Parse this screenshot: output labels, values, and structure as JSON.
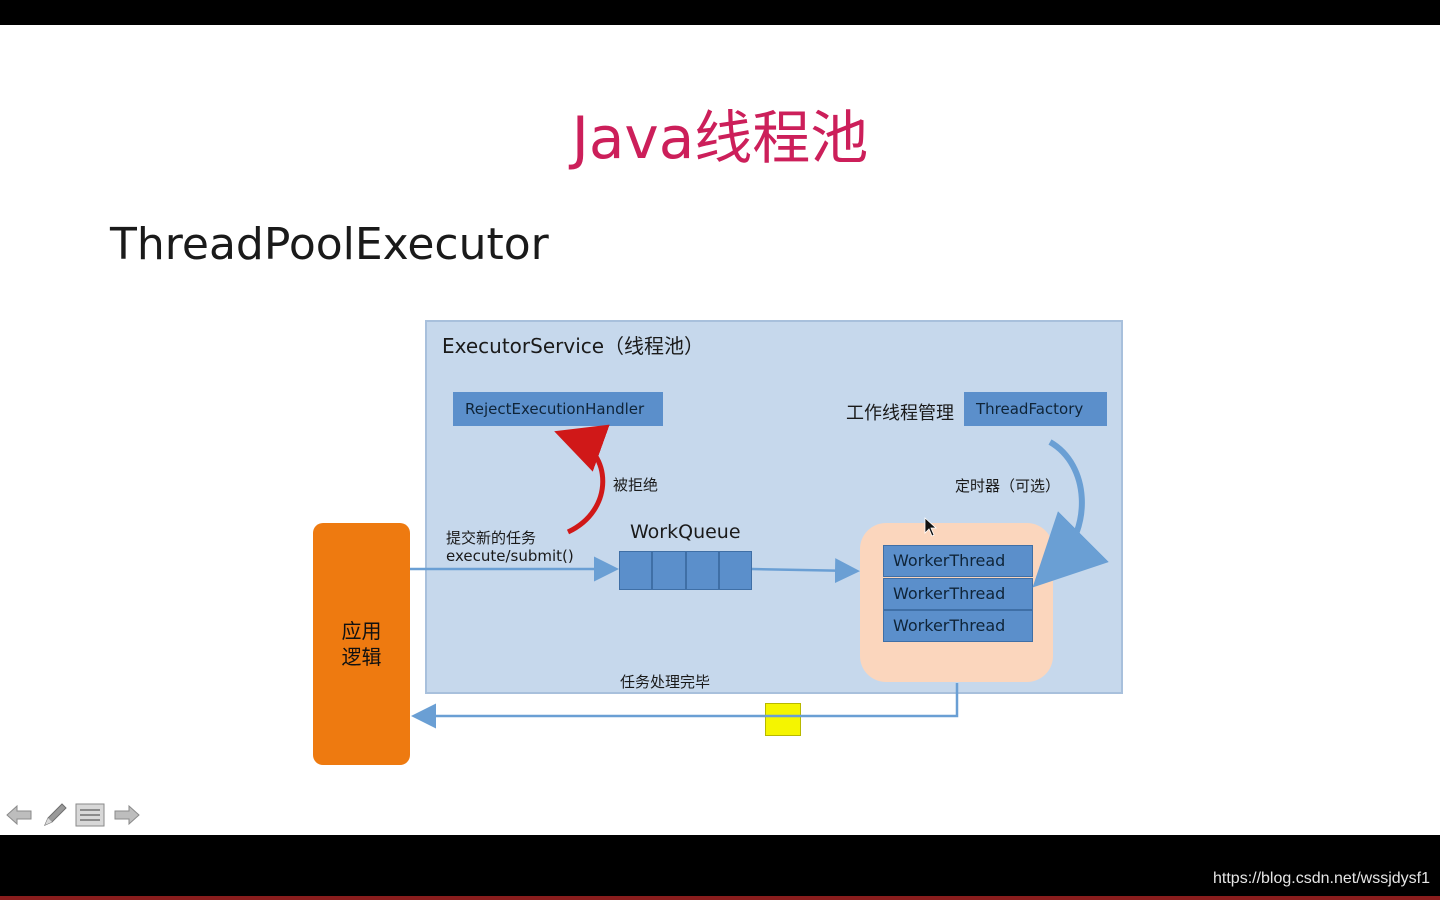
{
  "slide": {
    "title": "Java线程池",
    "subtitle": "ThreadPoolExecutor"
  },
  "diagram": {
    "container_title": "ExecutorService（线程池）",
    "reject_handler": "RejectExecutionHandler",
    "thread_mgmt_label": "工作线程管理",
    "thread_factory": "ThreadFactory",
    "rejected_label": "被拒绝",
    "timer_label": "定时器（可选）",
    "submit_label_1": "提交新的任务",
    "submit_label_2": "execute/submit()",
    "work_queue": "WorkQueue",
    "worker_threads": [
      "WorkerThread",
      "WorkerThread",
      "WorkerThread"
    ],
    "app_logic_1": "应用",
    "app_logic_2": "逻辑",
    "done_label": "任务处理完毕"
  },
  "nav": {
    "prev_icon": "arrow-left-icon",
    "pen_icon": "pen-icon",
    "menu_icon": "menu-icon",
    "next_icon": "arrow-right-icon"
  },
  "footer": {
    "url": "https://blog.csdn.net/wssjdysf1"
  },
  "colors": {
    "title": "#cc1f5a",
    "panel": "#c6d8ec",
    "box": "#5b8fcb",
    "app": "#ee7a10",
    "peach": "#fbd6bd",
    "yellow": "#f5f500",
    "arrow": "#6a9fd4",
    "red_arrow": "#d01818"
  }
}
